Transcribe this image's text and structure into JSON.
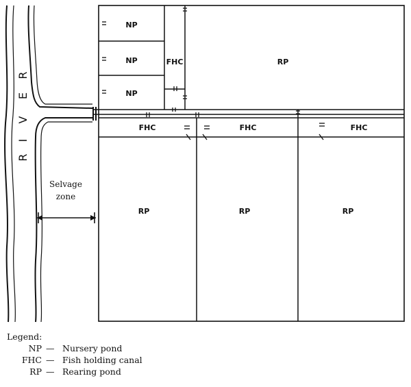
{
  "river_label": [
    "R",
    "I",
    "V",
    "E",
    "R"
  ],
  "selvage_label": [
    "Selvage",
    "zone"
  ],
  "ponds": {
    "nursery": [
      "NP",
      "NP",
      "NP"
    ],
    "fhc_vertical": "FHC",
    "rp_top": "RP",
    "fhc_row": [
      "FHC",
      "FHC",
      "FHC"
    ],
    "rp_bottom": [
      "RP",
      "RP",
      "RP"
    ]
  },
  "legend": {
    "title": "Legend:",
    "items": [
      {
        "abbr": "NP",
        "sep": "—",
        "text": "Nursery pond"
      },
      {
        "abbr": "FHC",
        "sep": "—",
        "text": "Fish holding canal"
      },
      {
        "abbr": "RP",
        "sep": "—",
        "text": "Rearing pond"
      }
    ]
  }
}
